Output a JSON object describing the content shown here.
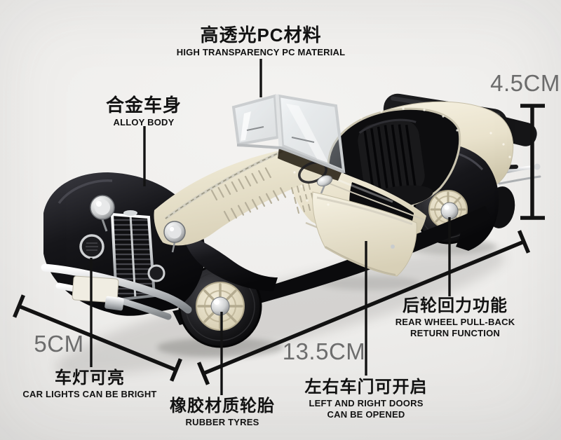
{
  "product_annotations": {
    "pc_material": {
      "zh": "高透光PC材料",
      "en": "HIGH TRANSPARENCY PC MATERIAL"
    },
    "alloy_body": {
      "zh": "合金车身",
      "en": "ALLOY BODY"
    },
    "rear_wheel_pullback": {
      "zh": "后轮回力功能",
      "en_line1": "REAR WHEEL PULL-BACK",
      "en_line2": "RETURN FUNCTION"
    },
    "car_lights": {
      "zh": "车灯可亮",
      "en": "CAR LIGHTS CAN BE BRIGHT"
    },
    "rubber_tyres": {
      "zh": "橡胶材质轮胎",
      "en": "RUBBER TYRES"
    },
    "doors_open": {
      "zh": "左右车门可开启",
      "en_line1": "LEFT AND RIGHT DOORS",
      "en_line2": "CAN BE OPENED"
    }
  },
  "dimensions": {
    "height": "4.5CM",
    "width": "5CM",
    "length": "13.5CM"
  },
  "colors": {
    "annotation_text": "#121212",
    "dimension_text": "#6d6d6d",
    "car_body_cream": "#ece5d1",
    "car_fender_black": "#121214",
    "chrome": "#c7cacc",
    "background": "#ebeae8"
  }
}
